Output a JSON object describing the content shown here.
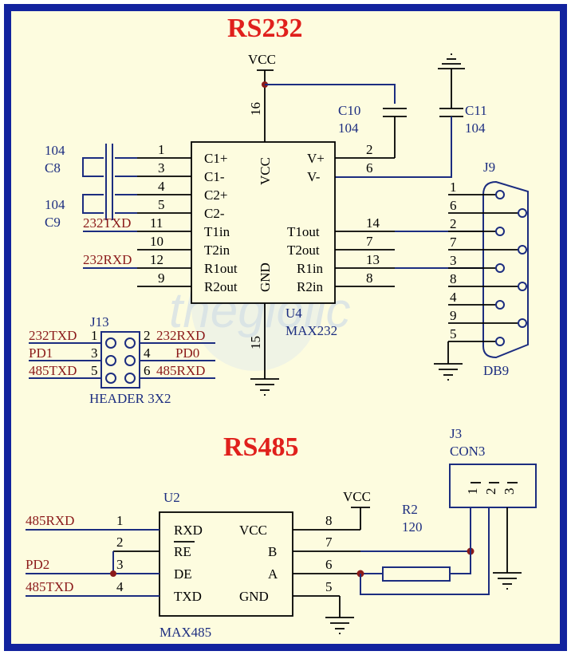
{
  "rs232": {
    "title": "RS232",
    "vcc": "VCC",
    "pin16": "16",
    "pin15": "15",
    "u4_pins": {
      "vcc": "VCC",
      "gnd": "GND",
      "c1p": "C1+",
      "c1m": "C1-",
      "c2p": "C2+",
      "c2m": "C2-",
      "t1in": "T1in",
      "t2in": "T2in",
      "r1out": "R1out",
      "r2out": "R2out",
      "vp": "V+",
      "vm": "V-",
      "t1out": "T1out",
      "t2out": "T2out",
      "r1in": "R1in",
      "r2in": "R2in"
    },
    "u4_left_nums": [
      "1",
      "3",
      "4",
      "5",
      "11",
      "10",
      "12",
      "9"
    ],
    "u4_right_nums": [
      "2",
      "6",
      "14",
      "7",
      "13",
      "8"
    ],
    "u4_ref": "U4",
    "u4_part": "MAX232",
    "c8": "C8",
    "c8_val": "104",
    "c9": "C9",
    "c9_val": "104",
    "c10": "C10",
    "c10_val": "104",
    "c11": "C11",
    "c11_val": "104",
    "net_232txd": "232TXD",
    "net_232rxd": "232RXD",
    "j9_ref": "J9",
    "j9_part": "DB9",
    "db9_nums": [
      "1",
      "6",
      "2",
      "7",
      "3",
      "8",
      "4",
      "9",
      "5"
    ]
  },
  "header": {
    "ref": "J13",
    "part": "HEADER 3X2",
    "left_labels": [
      "232TXD",
      "PD1",
      "485TXD"
    ],
    "right_labels": [
      "232RXD",
      "PD0",
      "485RXD"
    ],
    "left_nums": [
      "1",
      "3",
      "5"
    ],
    "right_nums": [
      "2",
      "4",
      "6"
    ]
  },
  "rs485": {
    "title": "RS485",
    "u2_ref": "U2",
    "u2_part": "MAX485",
    "u2_pins": {
      "rxd": "RXD",
      "re": "RE",
      "de": "DE",
      "txd": "TXD",
      "vcc": "VCC",
      "b": "B",
      "a": "A",
      "gnd": "GND"
    },
    "left_nums": [
      "1",
      "2",
      "3",
      "4"
    ],
    "right_nums": [
      "8",
      "7",
      "6",
      "5"
    ],
    "nets": {
      "rxd": "485RXD",
      "pd2": "PD2",
      "txd": "485TXD"
    },
    "vcc": "VCC",
    "r2_ref": "R2",
    "r2_val": "120",
    "j3_ref": "J3",
    "j3_part": "CON3",
    "j3_pins": [
      "1",
      "2",
      "3"
    ]
  },
  "watermark": "thegioiic",
  "colors": {
    "border": "#12239e",
    "background": "#fdfcdf",
    "wire": "#1c2d80",
    "title": "#e0201c",
    "net_label": "#8b1a1a"
  }
}
